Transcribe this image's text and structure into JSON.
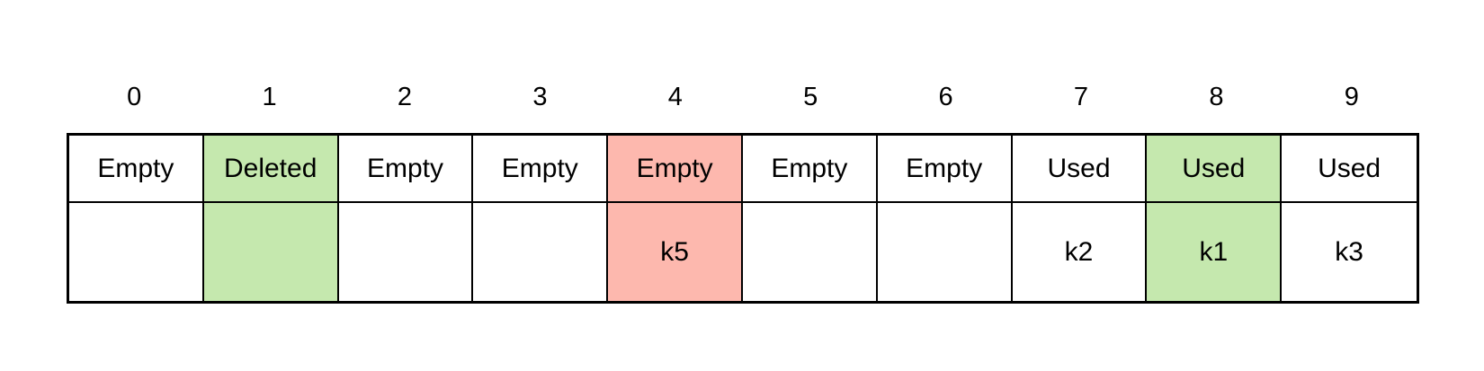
{
  "hash_table": {
    "slots": [
      {
        "index": "0",
        "state": "Empty",
        "key": "",
        "highlight": "#ffffff"
      },
      {
        "index": "1",
        "state": "Deleted",
        "key": "",
        "highlight": "#c5e8ae"
      },
      {
        "index": "2",
        "state": "Empty",
        "key": "",
        "highlight": "#ffffff"
      },
      {
        "index": "3",
        "state": "Empty",
        "key": "",
        "highlight": "#ffffff"
      },
      {
        "index": "4",
        "state": "Empty",
        "key": "k5",
        "highlight": "#fdb8ae"
      },
      {
        "index": "5",
        "state": "Empty",
        "key": "",
        "highlight": "#ffffff"
      },
      {
        "index": "6",
        "state": "Empty",
        "key": "",
        "highlight": "#ffffff"
      },
      {
        "index": "7",
        "state": "Used",
        "key": "k2",
        "highlight": "#ffffff"
      },
      {
        "index": "8",
        "state": "Used",
        "key": "k1",
        "highlight": "#c5e8ae"
      },
      {
        "index": "9",
        "state": "Used",
        "key": "k3",
        "highlight": "#ffffff"
      }
    ]
  }
}
